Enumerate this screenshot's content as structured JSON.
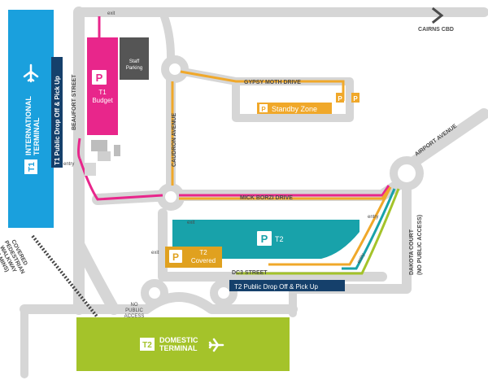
{
  "compass": {
    "label": "CAIRNS CBD"
  },
  "terminals": {
    "international": {
      "badge": "T1",
      "name_line1": "INTERNATIONAL",
      "name_line2": "TERMINAL",
      "color": "#1aa0dd"
    },
    "domestic": {
      "badge": "T2",
      "name_line1": "DOMESTIC",
      "name_line2": "TERMINAL",
      "color": "#a4c32a"
    }
  },
  "parking": {
    "t1_budget": {
      "line1": "T1",
      "line2": "Budget",
      "color": "#e8268b"
    },
    "staff": {
      "line1": "Staff",
      "line2": "Parking",
      "color": "#555555"
    },
    "standby": {
      "label": "Standby Zone",
      "color": "#f0a82a"
    },
    "t2_main": {
      "label": "T2",
      "color": "#18a2aa"
    },
    "t2_covered": {
      "line1": "T2",
      "line2": "Covered",
      "color": "#e0a11f"
    },
    "icon_letter": "P"
  },
  "dropoff": {
    "t1": {
      "label": "T1 Public Drop Off & Pick Up"
    },
    "t2": {
      "label": "T2 Public Drop Off & Pick Up"
    },
    "color": "#15406b"
  },
  "streets": {
    "gypsy_moth": "GYPSY MOTH DRIVE",
    "beaufort": "BEAUFORT STREET",
    "caudron": "CAUDRON AVENUE",
    "mick_borzi": "MICK BORZI DRIVE",
    "airport_ave": "AIRPORT AVENUE",
    "dc3": "DC3 STREET",
    "dakota_line1": "DAKOTA COURT",
    "dakota_line2": "(NO PUBLIC ACCESS)"
  },
  "annotations": {
    "exit": "exit",
    "entry": "entry",
    "no_public_line1": "NO",
    "no_public_line2": "PUBLIC",
    "no_public_line3": "ACCESS",
    "walkway_line1": "COVERED",
    "walkway_line2": "PEDESTRIAN",
    "walkway_line3": "WALKWAY",
    "walkway_line4": "(5 MINS)"
  },
  "route_colors": {
    "pink": "#e8268b",
    "orange": "#f0a82a",
    "teal": "#18a2aa",
    "olive": "#a4c32a"
  }
}
